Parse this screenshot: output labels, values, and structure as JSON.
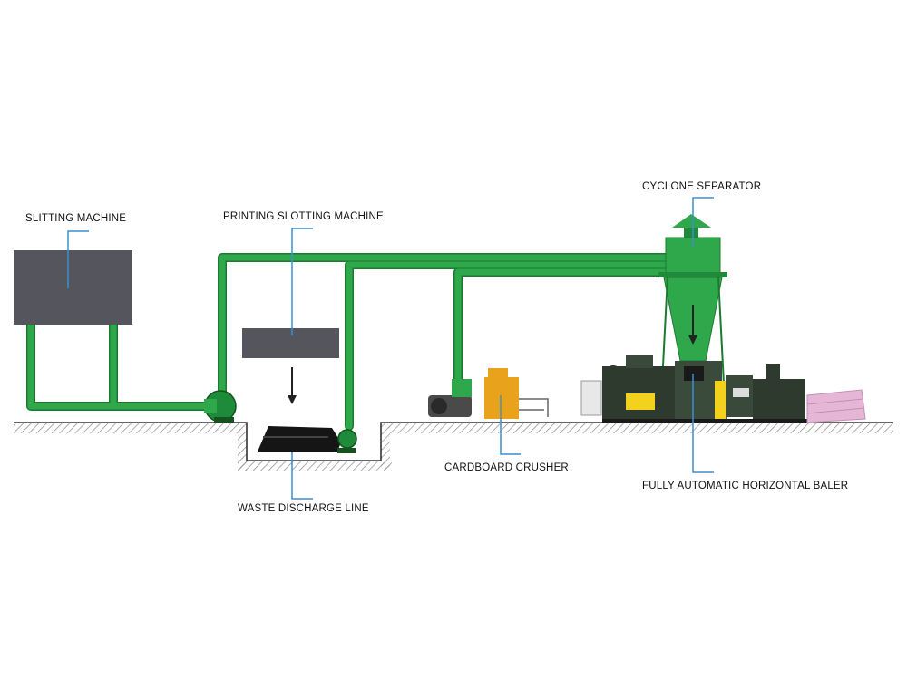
{
  "labels": {
    "slitting_machine": "SLITTING MACHINE",
    "printing_slotting_machine": "PRINTING SLOTTING MACHINE",
    "cyclone_separator": "CYCLONE SEPARATOR",
    "cardboard_crusher": "CARDBOARD CRUSHER",
    "waste_discharge_line": "WASTE DISCHARGE LINE",
    "horizontal_baler": "FULLY AUTOMATIC HORIZONTAL BALER"
  },
  "colors": {
    "pipe": "#2ea84a",
    "pipe_dark": "#1c7a30",
    "machine_box": "#55555d",
    "leader_line": "#3a8fd0",
    "crusher": "#e8a21c",
    "baler_dark": "#2d3a2d",
    "baler_yellow": "#f2d21c",
    "bales": "#e6b6d6",
    "ground": "#333333"
  }
}
